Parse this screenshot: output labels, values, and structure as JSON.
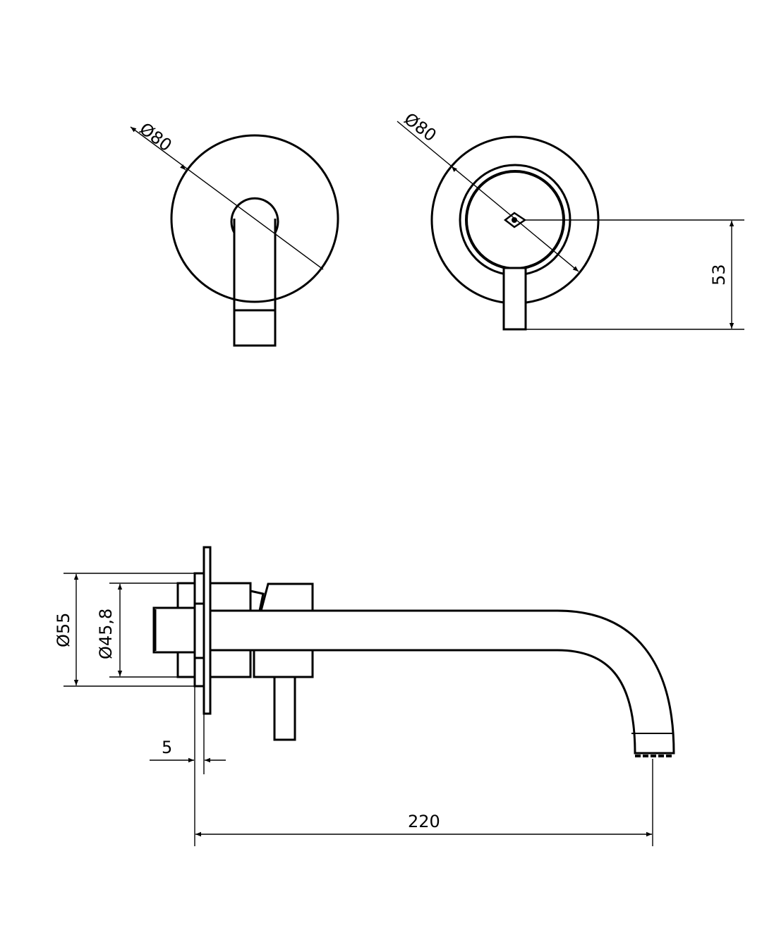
{
  "drawing": {
    "front_view_spout": {
      "diameter_label": "Ø80"
    },
    "front_view_lever": {
      "diameter_label": "Ø80",
      "height_label": "53"
    },
    "side_view": {
      "flange_outer_label": "Ø55",
      "flange_inner_label": "Ø45,8",
      "plate_thickness_label": "5",
      "spout_length_label": "220"
    },
    "colors": {
      "line": "#000000",
      "background": "#ffffff"
    }
  }
}
